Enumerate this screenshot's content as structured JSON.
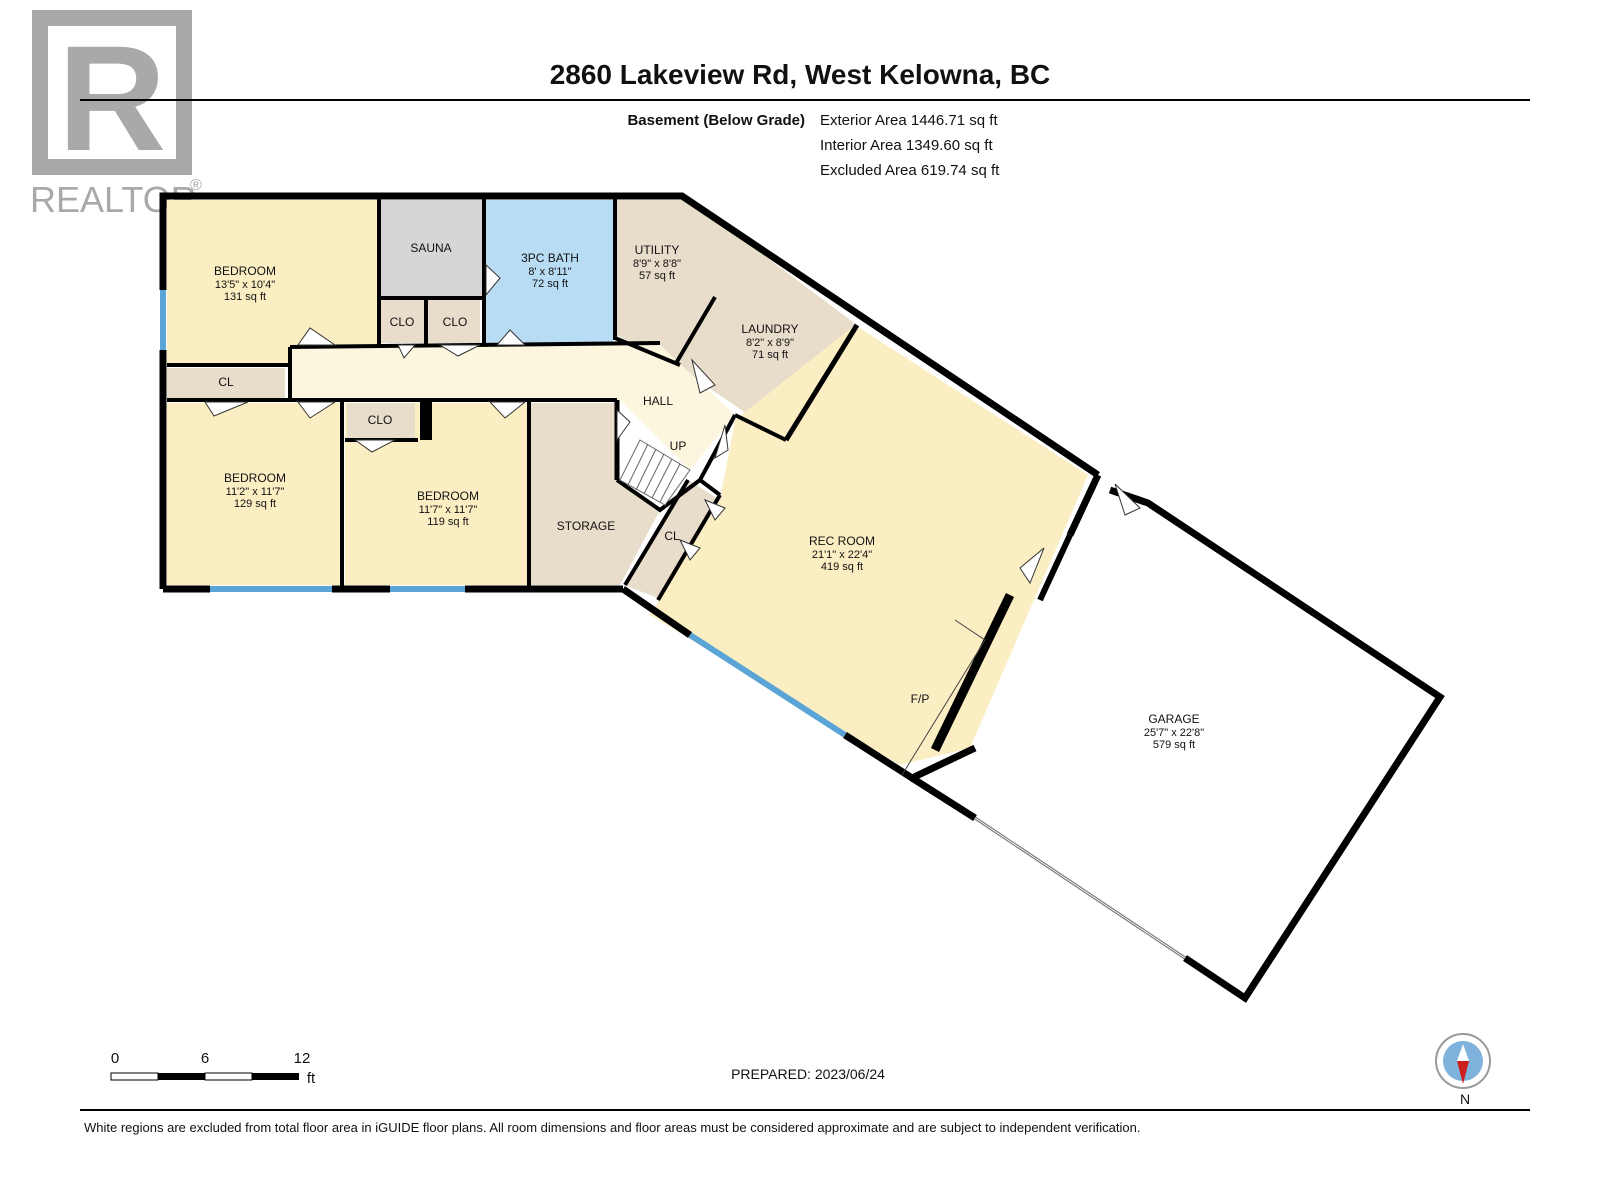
{
  "logo": {
    "word": "REALTOR",
    "mark": "®",
    "letter": "R"
  },
  "title": "2860 Lakeview Rd, West Kelowna, BC",
  "floor": {
    "name": "Basement (Below Grade)",
    "areas": [
      "Exterior Area 1446.71 sq ft",
      "Interior Area 1349.60 sq ft",
      "Excluded Area 619.74 sq ft"
    ]
  },
  "rooms": {
    "bedroom1": {
      "name": "BEDROOM",
      "dims": "13'5\" x 10'4\"",
      "area": "131 sq ft"
    },
    "sauna": {
      "name": "SAUNA"
    },
    "bath": {
      "name": "3PC BATH",
      "dims": "8' x 8'11\"",
      "area": "72 sq ft"
    },
    "utility": {
      "name": "UTILITY",
      "dims": "8'9\" x 8'8\"",
      "area": "57 sq ft"
    },
    "laundry": {
      "name": "LAUNDRY",
      "dims": "8'2\" x 8'9\"",
      "area": "71 sq ft"
    },
    "clo1": {
      "name": "CLO"
    },
    "clo2": {
      "name": "CLO"
    },
    "cl1": {
      "name": "CL"
    },
    "hall": {
      "name": "HALL"
    },
    "up": {
      "name": "UP"
    },
    "clo3": {
      "name": "CLO"
    },
    "bedroom2": {
      "name": "BEDROOM",
      "dims": "11'2\" x 11'7\"",
      "area": "129 sq ft"
    },
    "bedroom3": {
      "name": "BEDROOM",
      "dims": "11'7\" x 11'7\"",
      "area": "119 sq ft"
    },
    "storage": {
      "name": "STORAGE"
    },
    "cl2": {
      "name": "CL"
    },
    "recroom": {
      "name": "REC ROOM",
      "dims": "21'1\" x 22'4\"",
      "area": "419 sq ft"
    },
    "fp": {
      "name": "F/P"
    },
    "garage": {
      "name": "GARAGE",
      "dims": "25'7\" x 22'8\"",
      "area": "579 sq ft"
    }
  },
  "scale": {
    "ticks": [
      "0",
      "6",
      "12"
    ],
    "unit": "ft"
  },
  "prepared": "PREPARED: 2023/06/24",
  "compass": {
    "label": "N",
    "icon": "compass-icon"
  },
  "disclaimer": "White regions are excluded from total floor area in iGUIDE floor plans. All room dimensions and floor areas must be considered approximate and are subject to independent verification.",
  "colors": {
    "bedroom": "#fbeec3",
    "bath": "#b9dcf5",
    "sauna": "#d6d6d6",
    "utility": "#e8dccb",
    "hall": "#fdf6de",
    "window": "#5ba4d6",
    "wall": "#000000",
    "logo": "#a9a9a9"
  }
}
